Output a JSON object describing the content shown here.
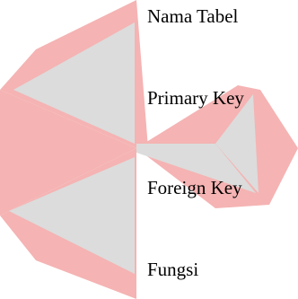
{
  "watermark": {
    "icon": "star-logo-watermark-icon",
    "colors": {
      "red": "#f5b3b3",
      "gray": "#dcdcdc"
    }
  },
  "legend": {
    "items": [
      {
        "label": "Nama Tabel"
      },
      {
        "label": "Primary Key"
      },
      {
        "label": "Foreign Key"
      },
      {
        "label": "Fungsi"
      }
    ]
  }
}
